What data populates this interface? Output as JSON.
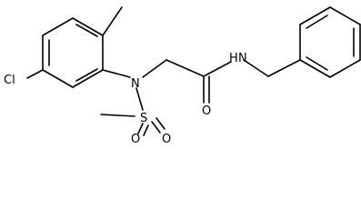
{
  "atoms": {
    "cl": "Cl",
    "n_amine": "N",
    "s": "S",
    "o1": "O",
    "o2": "O",
    "o_carbonyl": "O",
    "nh": "H",
    "n_amide": "N"
  }
}
